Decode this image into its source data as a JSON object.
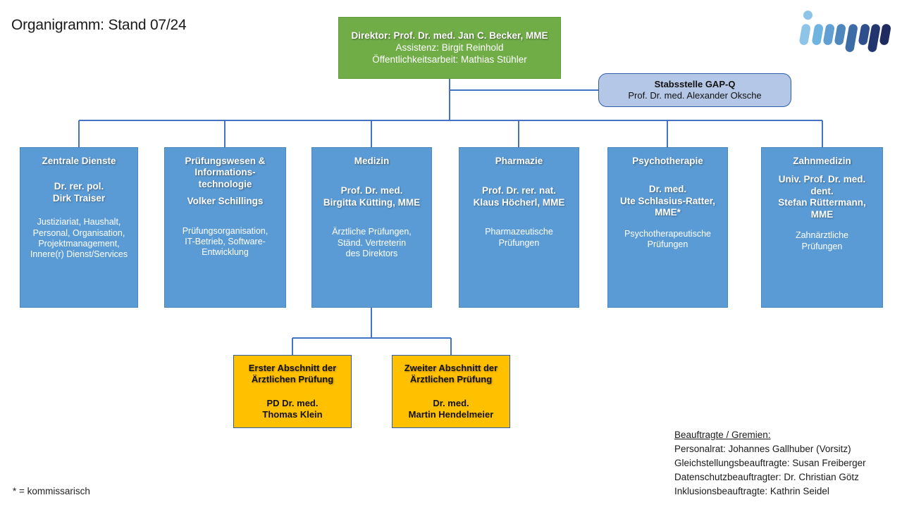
{
  "title": "Organigramm: Stand 07/24",
  "logo": {
    "name": "impp-logo",
    "alt_text": "impp",
    "colors": [
      "#8EC4E8",
      "#6FB3E0",
      "#5F9FD4",
      "#4E86BE",
      "#3C6BA5",
      "#2E4F8C",
      "#23356E",
      "#1F2A5E"
    ]
  },
  "colors": {
    "director_box": "#70AD47",
    "department_box": "#5B9BD5",
    "staff_unit_box": "#B4C7E7",
    "leaf_box": "#FFC000",
    "connector_line": "#4472C4",
    "box_border": "#2E5EA8"
  },
  "director": {
    "title": "Direktor: Prof. Dr. med. Jan C. Becker, MME",
    "assistant": "Assistenz: Birgit Reinhold",
    "public_relations": "Öffentlichkeitsarbeit: Mathias Stühler"
  },
  "staff_unit": {
    "title": "Stabsstelle GAP-Q",
    "person": "Prof. Dr. med. Alexander Oksche"
  },
  "departments": [
    {
      "title": "Zentrale Dienste",
      "person": "Dr. rer. pol.\nDirk Traiser",
      "description": "Justiziariat, Haushalt,\nPersonal, Organisation,\nProjektmanagement,\nInnere(r) Dienst/Services"
    },
    {
      "title": "Prüfungswesen &\nInformations-\ntechnologie",
      "person": "Volker Schillings",
      "description": "Prüfungsorganisation,\nIT-Betrieb, Software-\nEntwicklung"
    },
    {
      "title": "Medizin",
      "person": "Prof. Dr. med.\nBirgitta Kütting, MME",
      "description": "Ärztliche Prüfungen,\nStänd. Vertreterin\ndes Direktors"
    },
    {
      "title": "Pharmazie",
      "person": "Prof. Dr. rer. nat.\nKlaus Höcherl, MME",
      "description": "Pharmazeutische\nPrüfungen"
    },
    {
      "title": "Psychotherapie",
      "person": "Dr. med.\nUte Schlasius-Ratter,\nMME*",
      "description": "Psychotherapeutische\nPrüfungen"
    },
    {
      "title": "Zahnmedizin",
      "person": "Univ. Prof. Dr. med.\ndent.\nStefan Rüttermann,\nMME",
      "description": "Zahnärztliche\nPrüfungen"
    }
  ],
  "exam_sections": [
    {
      "title": "Erster Abschnitt der\nÄrztlichen Prüfung",
      "person": "PD Dr. med.\nThomas Klein"
    },
    {
      "title": "Zweiter Abschnitt der\nÄrztlichen Prüfung",
      "person": "Dr. med.\nMartin Hendelmeier"
    }
  ],
  "committees": {
    "heading": "Beauftragte / Gremien:",
    "entries": [
      "Personalrat: Johannes Gallhuber (Vorsitz)",
      "Gleichstellungsbeauftragte: Susan Freiberger",
      "Datenschutzbeauftragter: Dr. Christian Götz",
      "Inklusionsbeauftragte: Kathrin Seidel"
    ]
  },
  "footnote": "* = kommissarisch"
}
